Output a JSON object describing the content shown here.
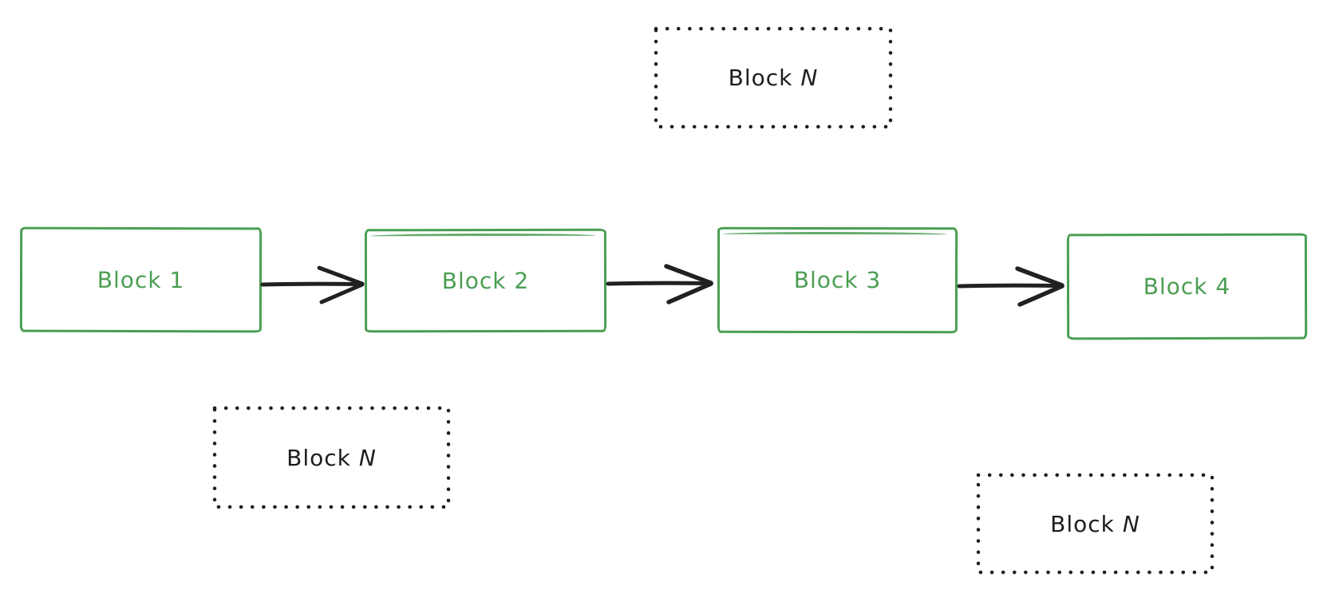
{
  "diagram": {
    "background": "#ffffff",
    "colors": {
      "block_stroke_green": "#4a9e52",
      "ghost_stroke_black": "#1e1e1e",
      "arrow_black": "#212121"
    },
    "chain_blocks": [
      {
        "label": "Block 1"
      },
      {
        "label": "Block 2"
      },
      {
        "label": "Block 3"
      },
      {
        "label": "Block 4"
      }
    ],
    "ghost_blocks": [
      {
        "word": "Block",
        "variable": "N",
        "position": "top-center"
      },
      {
        "word": "Block",
        "variable": "N",
        "position": "bottom-left"
      },
      {
        "word": "Block",
        "variable": "N",
        "position": "bottom-right"
      }
    ],
    "arrows": [
      {
        "from": "Block 1",
        "to": "Block 2"
      },
      {
        "from": "Block 2",
        "to": "Block 3"
      },
      {
        "from": "Block 3",
        "to": "Block 4"
      }
    ]
  }
}
